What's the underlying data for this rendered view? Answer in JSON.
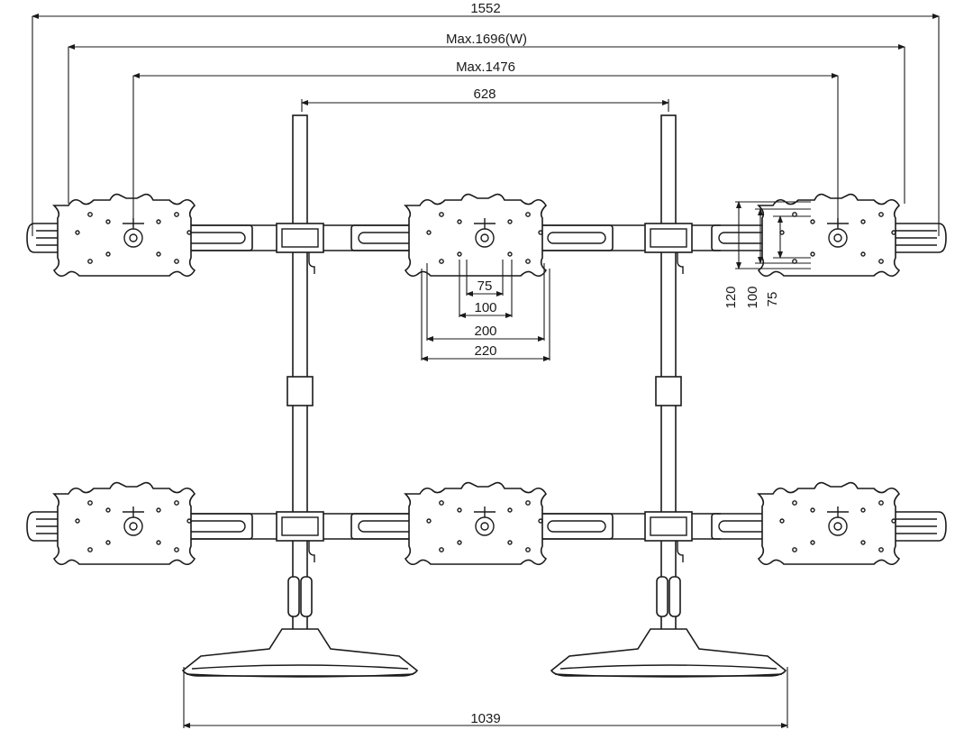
{
  "dimensions": {
    "overall_width": "1552",
    "max_width_w": "Max.1696(W)",
    "max_arm_span": "Max.1476",
    "pole_spacing": "628",
    "base_spacing": "1039",
    "vesa_h_75": "75",
    "vesa_h_100": "100",
    "vesa_h_200": "200",
    "vesa_h_220": "220",
    "vesa_v_120": "120",
    "vesa_v_100": "100",
    "vesa_v_75": "75"
  },
  "colors": {
    "line": "#1a1a1a",
    "background": "#ffffff"
  }
}
